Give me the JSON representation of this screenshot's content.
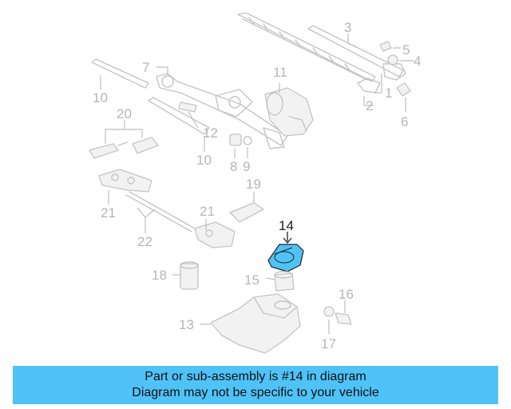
{
  "labels": {
    "l1": "1",
    "l2": "2",
    "l3": "3",
    "l4": "4",
    "l5": "5",
    "l6": "6",
    "l7": "7",
    "l8": "8",
    "l9": "9",
    "l10a": "10",
    "l10b": "10",
    "l11": "11",
    "l12": "12",
    "l13": "13",
    "l14": "14",
    "l15": "15",
    "l16": "16",
    "l17": "17",
    "l18": "18",
    "l19": "19",
    "l20": "20",
    "l21a": "21",
    "l21b": "21",
    "l22": "22"
  },
  "banner": {
    "line1": "Part or sub-assembly is #14 in diagram",
    "line2": "Diagram may not be specific to your vehicle"
  },
  "colors": {
    "highlight": "#4fc3f7",
    "parts": "#c4c4c4",
    "labels": "#b5b5b5"
  }
}
